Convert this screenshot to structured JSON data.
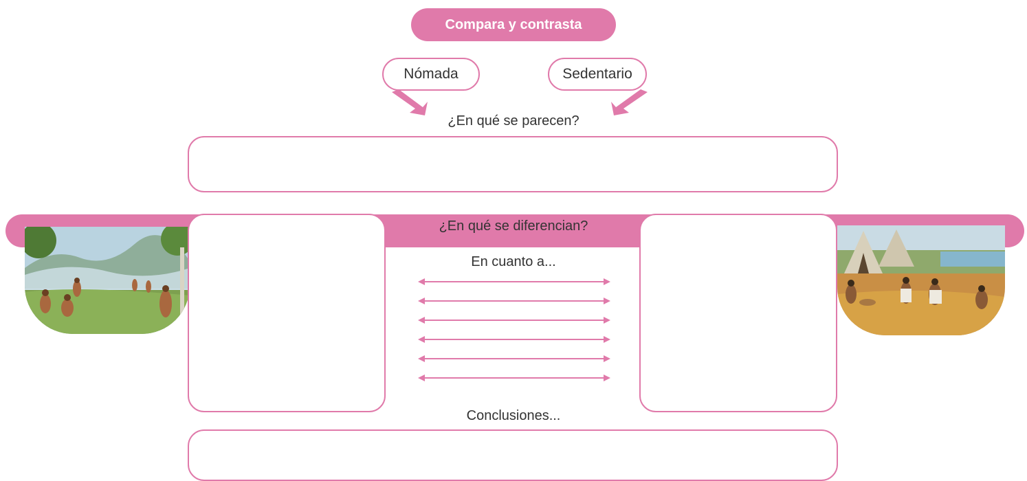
{
  "title": "Compara y contrasta",
  "concepts": {
    "left": "Nómada",
    "right": "Sedentario"
  },
  "similarities_prompt": "¿En qué se parecen?",
  "differences_prompt": "¿En qué se diferencian?",
  "criteria_prompt": "En cuanto a...",
  "conclusions_prompt": "Conclusiones...",
  "comparison_rows": 6,
  "images": {
    "left": "nomadic-hunter-gatherers-illustration",
    "right": "sedentary-farming-village-illustration"
  },
  "colors": {
    "accent": "#e07aaa",
    "text": "#333333"
  }
}
